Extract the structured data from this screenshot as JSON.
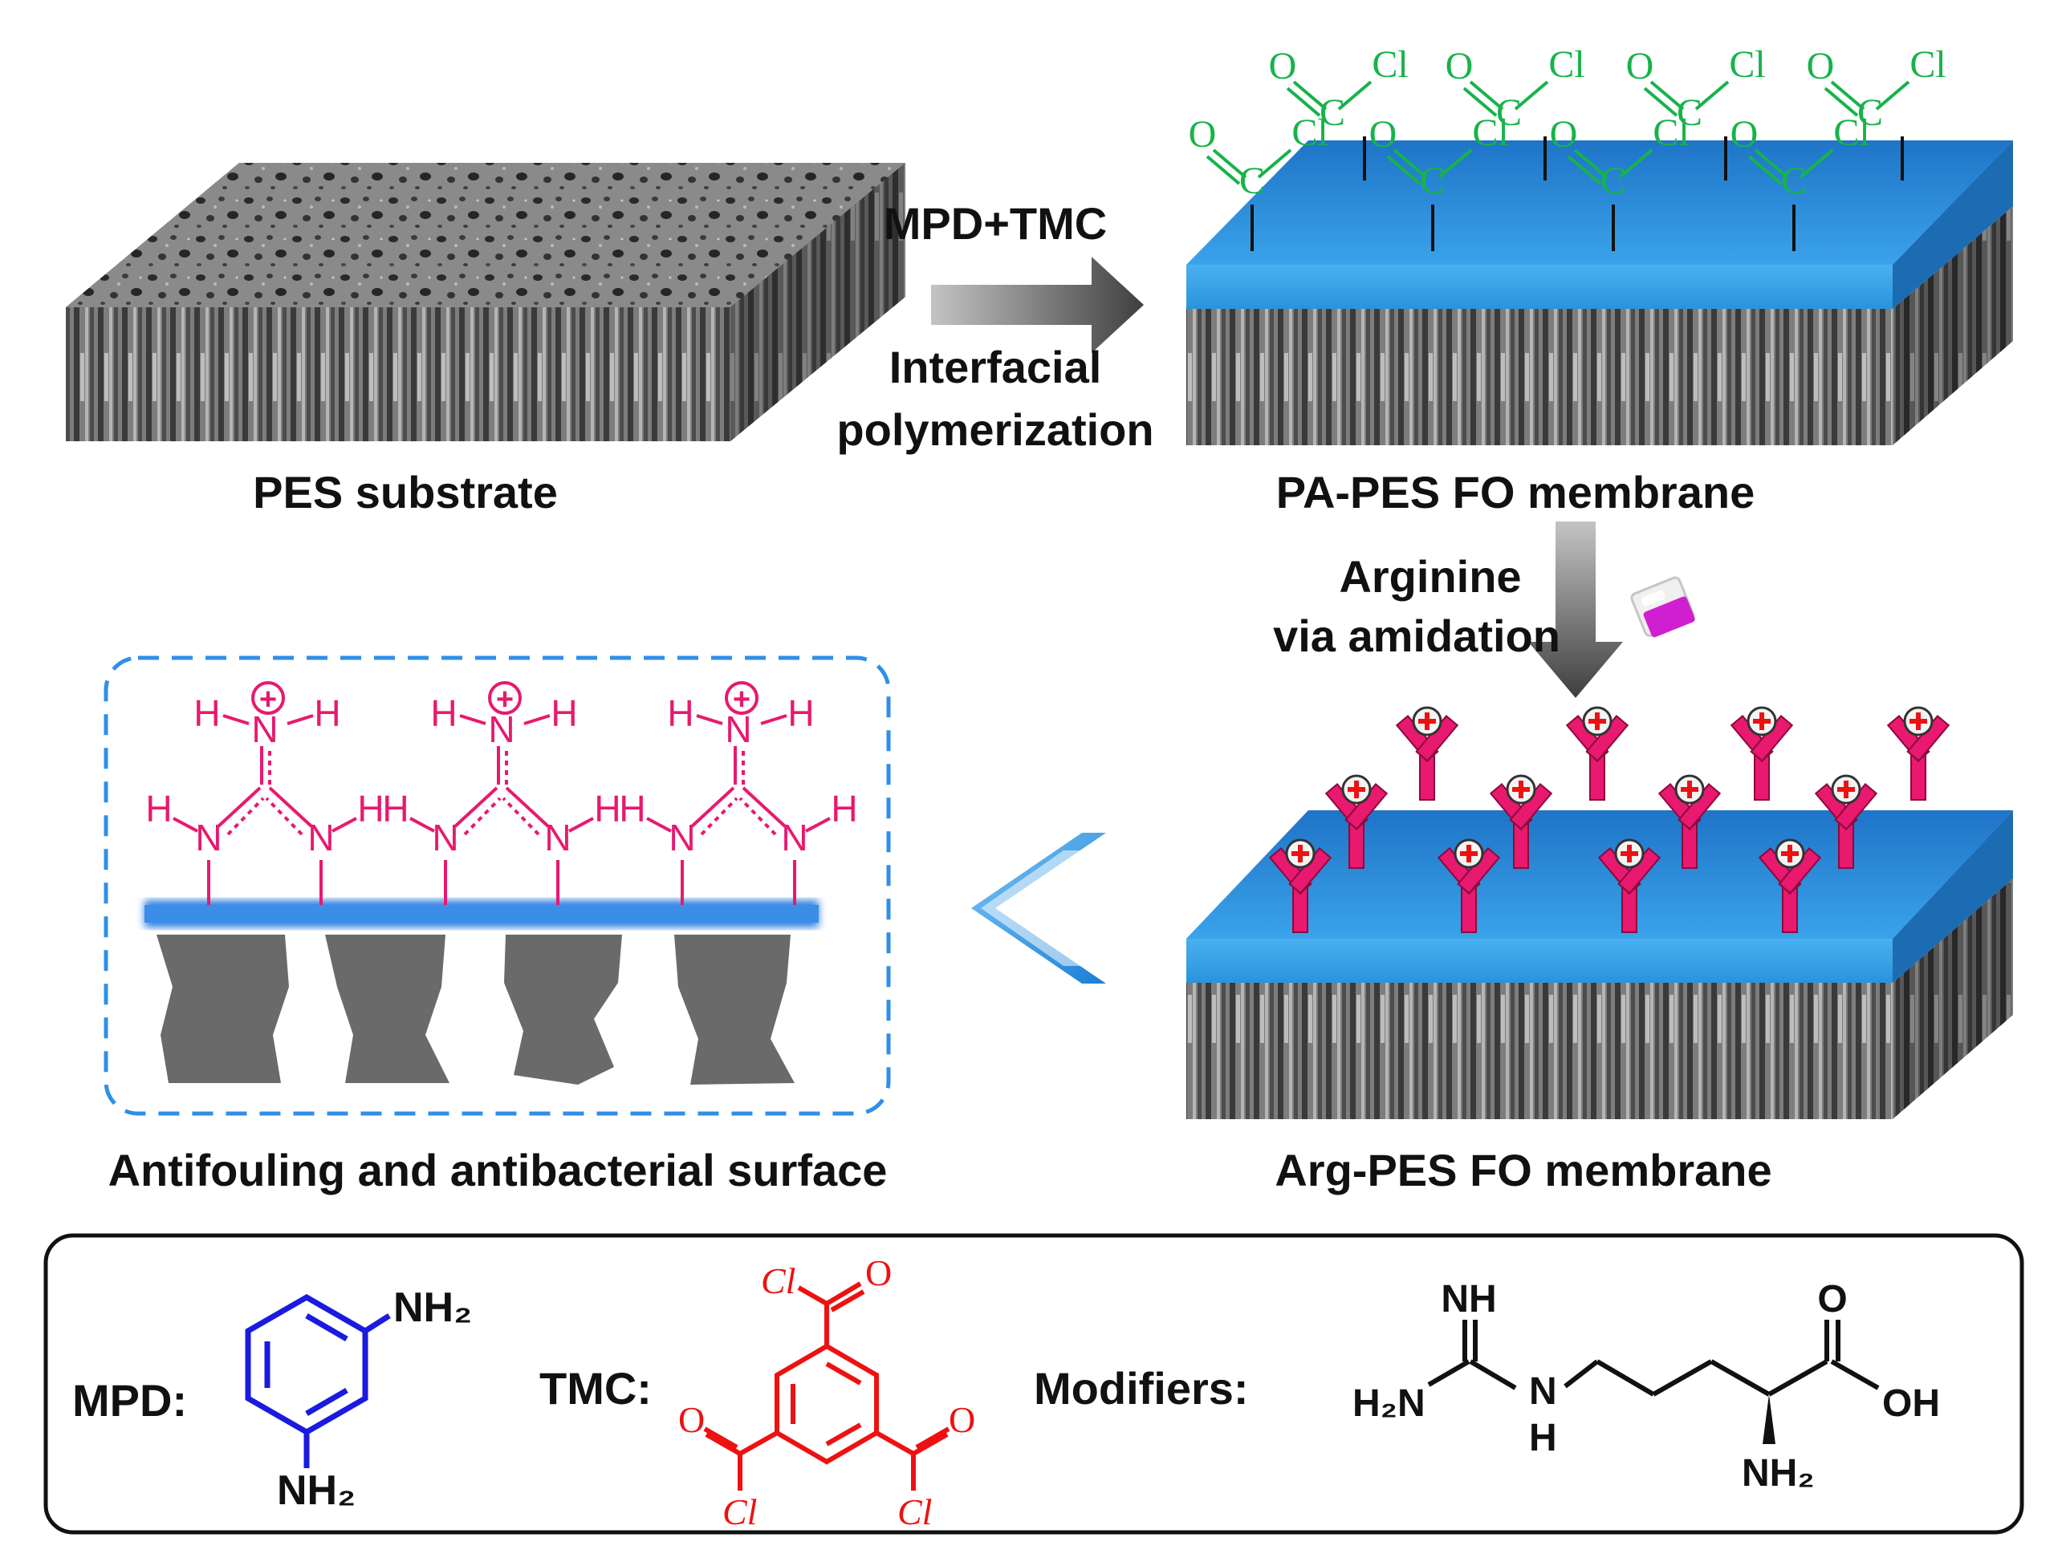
{
  "labels": {
    "pes_substrate": "PES substrate",
    "pa_pes": "PA-PES FO membrane",
    "arg_pes": "Arg-PES  FO membrane",
    "antifouling": "Antifouling and antibacterial surface",
    "step1_top": "MPD+TMC",
    "step1_bottom_1": "Interfacial",
    "step1_bottom_2": "polymerization",
    "step2_1": "Arginine",
    "step2_2": "via amidation"
  },
  "chem": {
    "carbon": "C",
    "oxygen": "O",
    "chlorine": "Cl",
    "hydrogen": "H",
    "nitrogen": "N",
    "plus": "+",
    "nh": "NH",
    "h2n": "H₂N",
    "nh2": "NH₂",
    "oh": "OH"
  },
  "legend": {
    "mpd_label": "MPD:",
    "tmc_label": "TMC:",
    "modifiers_label": "Modifiers:",
    "mpd_nh2": "NH₂",
    "tmc_cl": "Cl",
    "tmc_o": "O",
    "arg_nh": "NH",
    "arg_h2n": "H₂N",
    "arg_n": "N",
    "arg_h": "H",
    "arg_o": "O",
    "arg_oh": "OH",
    "arg_nh2": "NH₂"
  },
  "colors": {
    "acyl_green": "#17b34a",
    "arginine_pink": "#e8196e",
    "mpd_blue": "#1a1ae0",
    "tmc_red": "#ee1111",
    "layer_blue": "#2f9be3",
    "substrate_gray": "#6e6e6e",
    "dash_blue": "#2f8fe8"
  }
}
